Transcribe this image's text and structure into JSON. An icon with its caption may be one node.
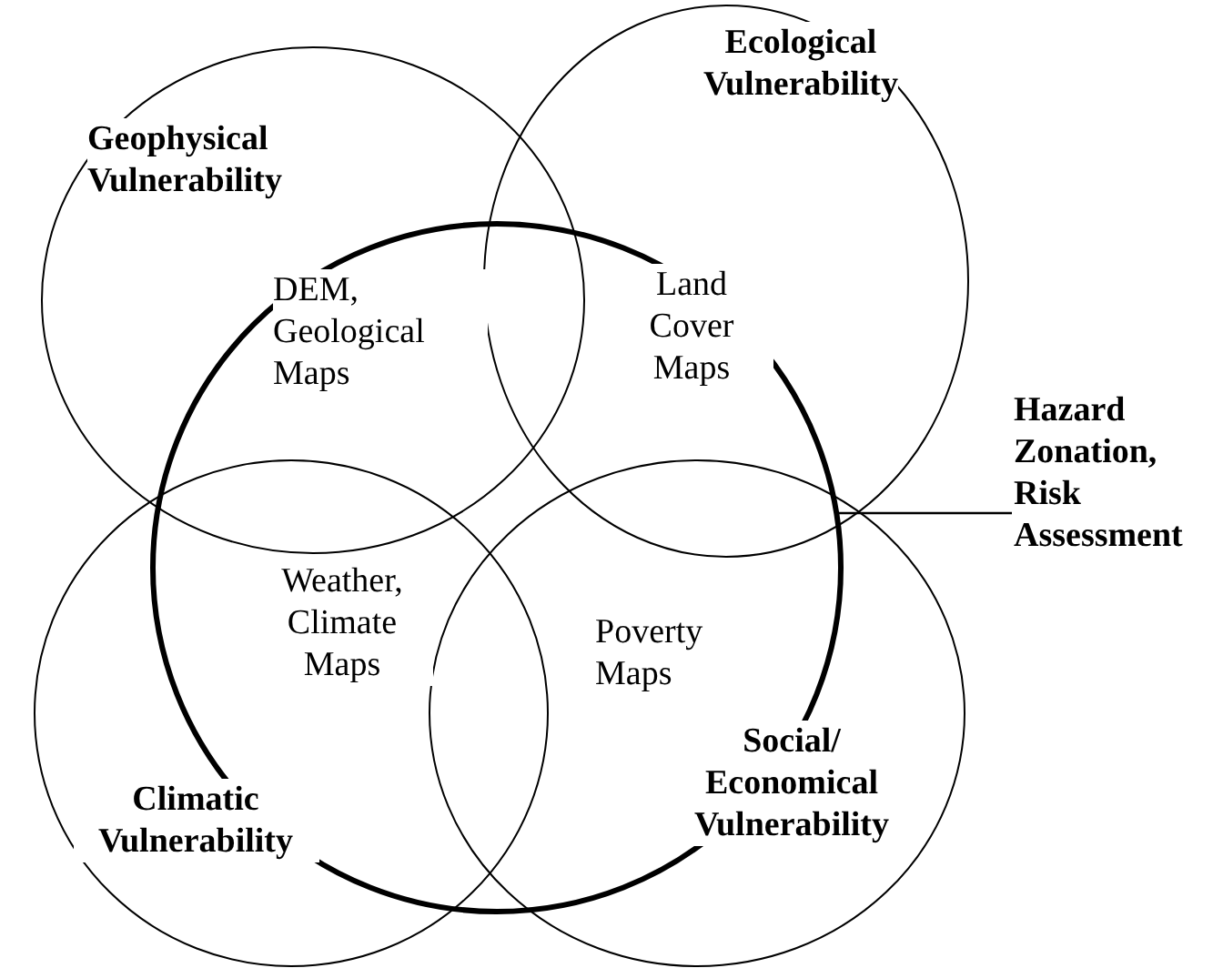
{
  "diagram": {
    "nodes": [
      {
        "text": [
          "Geophysical Vulnerability"
        ]
      },
      {
        "text": [
          "Ecological Vulnerability"
        ]
      },
      {
        "text": [],
        "shape": "circle"
      },
      {
        "text": [
          "Hazard Zonation, Risk Assessment"
        ]
      },
      {
        "text": [
          "Climatic Vulnerability"
        ]
      },
      {
        "text": [
          "Social/ Economical Vulnerability"
        ]
      }
    ],
    "edges": [
      {
        "from": 3,
        "to": 2,
        "arrow": "none"
      }
    ],
    "labels": [
      "DEM, Geological Maps",
      "Land Cover Maps",
      "Weather, Climate Maps",
      "Poverty Maps"
    ]
  }
}
